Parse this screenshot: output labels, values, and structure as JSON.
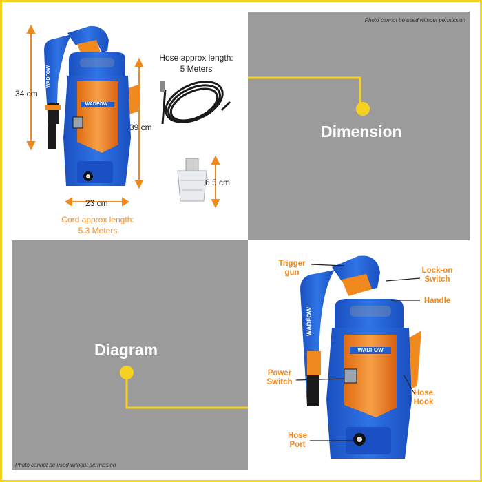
{
  "watermark_top": "Photo cannot be used without permission",
  "watermark_bottom": "Photo cannot be used without permission",
  "brand": "WADFOW",
  "dimension_panel": {
    "title": "Dimension",
    "height_gun": "34 cm",
    "height_body": "39 cm",
    "width": "23 cm",
    "cord_line1": "Cord approx length:",
    "cord_line2": "5.3 Meters",
    "hose_line1": "Hose approx length:",
    "hose_line2": "5 Meters",
    "filter_height": "6.5 cm"
  },
  "diagram_panel": {
    "title": "Diagram",
    "trigger_gun_1": "Trigger",
    "trigger_gun_2": "gun",
    "lock_on_1": "Lock-on",
    "lock_on_2": "Switch",
    "handle": "Handle",
    "power_switch_1": "Power",
    "power_switch_2": "Switch",
    "hose_hook_1": "Hose",
    "hose_hook_2": "Hook",
    "hose_port_1": "Hose",
    "hose_port_2": "Port"
  },
  "colors": {
    "frame": "#f5d21f",
    "blue": "#1f5fd1",
    "orange": "#f08a1e",
    "gray": "#9b9b9b"
  }
}
